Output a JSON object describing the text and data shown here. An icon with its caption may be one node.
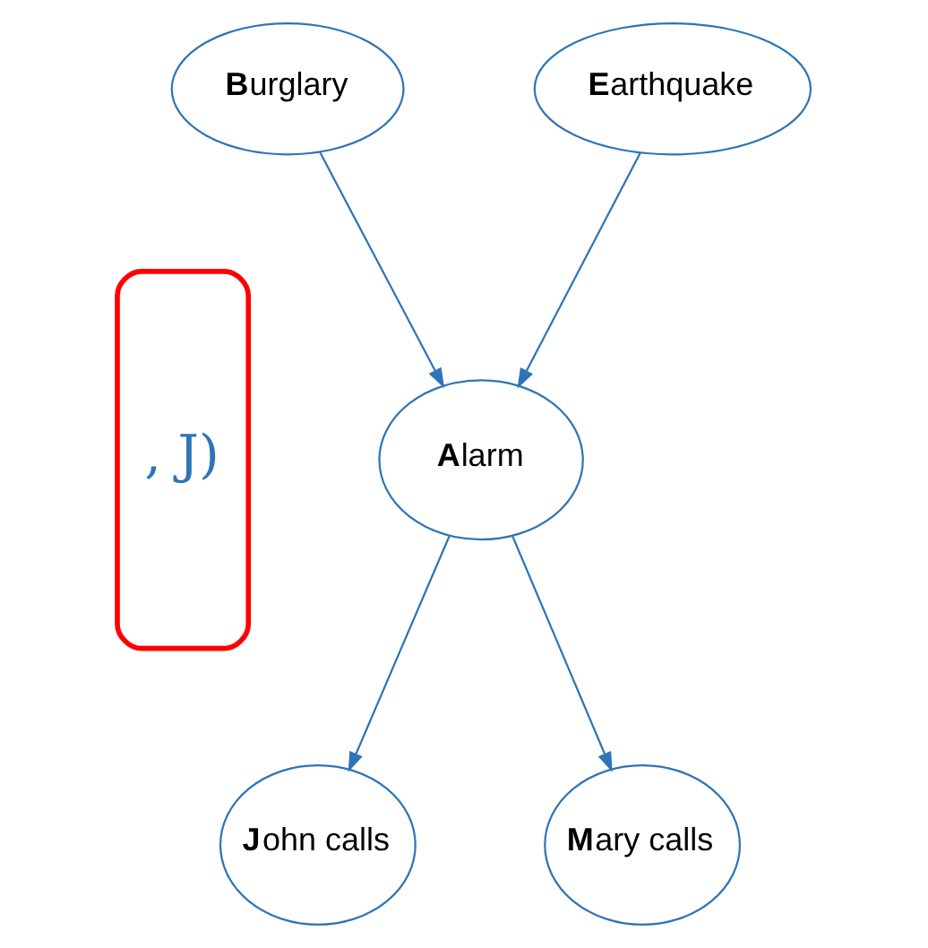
{
  "diagram": {
    "nodes": [
      {
        "text": [
          "**B**urglary"
        ]
      },
      {
        "text": [
          "**E**arthquake"
        ]
      },
      {
        "text": [
          ", J)"
        ]
      },
      {
        "text": [
          "**A**larm"
        ]
      },
      {
        "text": [
          "**J**ohn calls"
        ]
      },
      {
        "text": [
          "**M**ary calls"
        ]
      }
    ],
    "edges": [
      {
        "from": 0,
        "to": 3,
        "arrow": "to"
      },
      {
        "from": 1,
        "to": 3,
        "arrow": "to"
      },
      {
        "from": 3,
        "to": 4,
        "arrow": "to"
      },
      {
        "from": 3,
        "to": 5,
        "arrow": "to"
      }
    ]
  }
}
